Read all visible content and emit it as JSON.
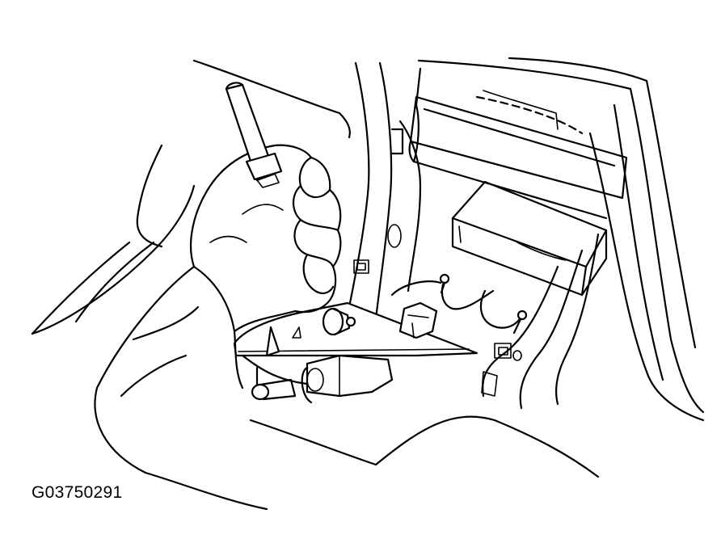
{
  "figure": {
    "code": "G03750291"
  },
  "palette": {
    "line": "#000000",
    "background": "#ffffff"
  },
  "parts": [
    "screwdriver",
    "hand",
    "sleeve",
    "center-console",
    "dashboard-pocket",
    "control-unit",
    "bracket",
    "bolt",
    "connector",
    "wire-harness",
    "clip-fastener"
  ]
}
